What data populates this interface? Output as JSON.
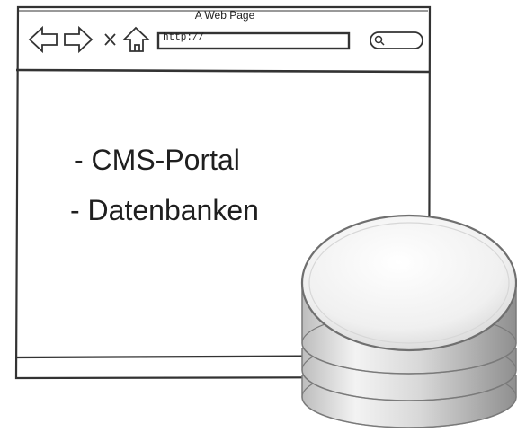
{
  "window": {
    "title": "A Web Page"
  },
  "toolbar": {
    "back_icon": "back-arrow-icon",
    "forward_icon": "forward-arrow-icon",
    "close_icon": "close-icon",
    "home_icon": "home-icon",
    "search_icon": "search-icon",
    "address_value": "http://"
  },
  "content": {
    "lines": [
      "- CMS-Portal",
      "- Datenbanken"
    ]
  },
  "decoration": {
    "database_icon": "database-stack-icon"
  }
}
